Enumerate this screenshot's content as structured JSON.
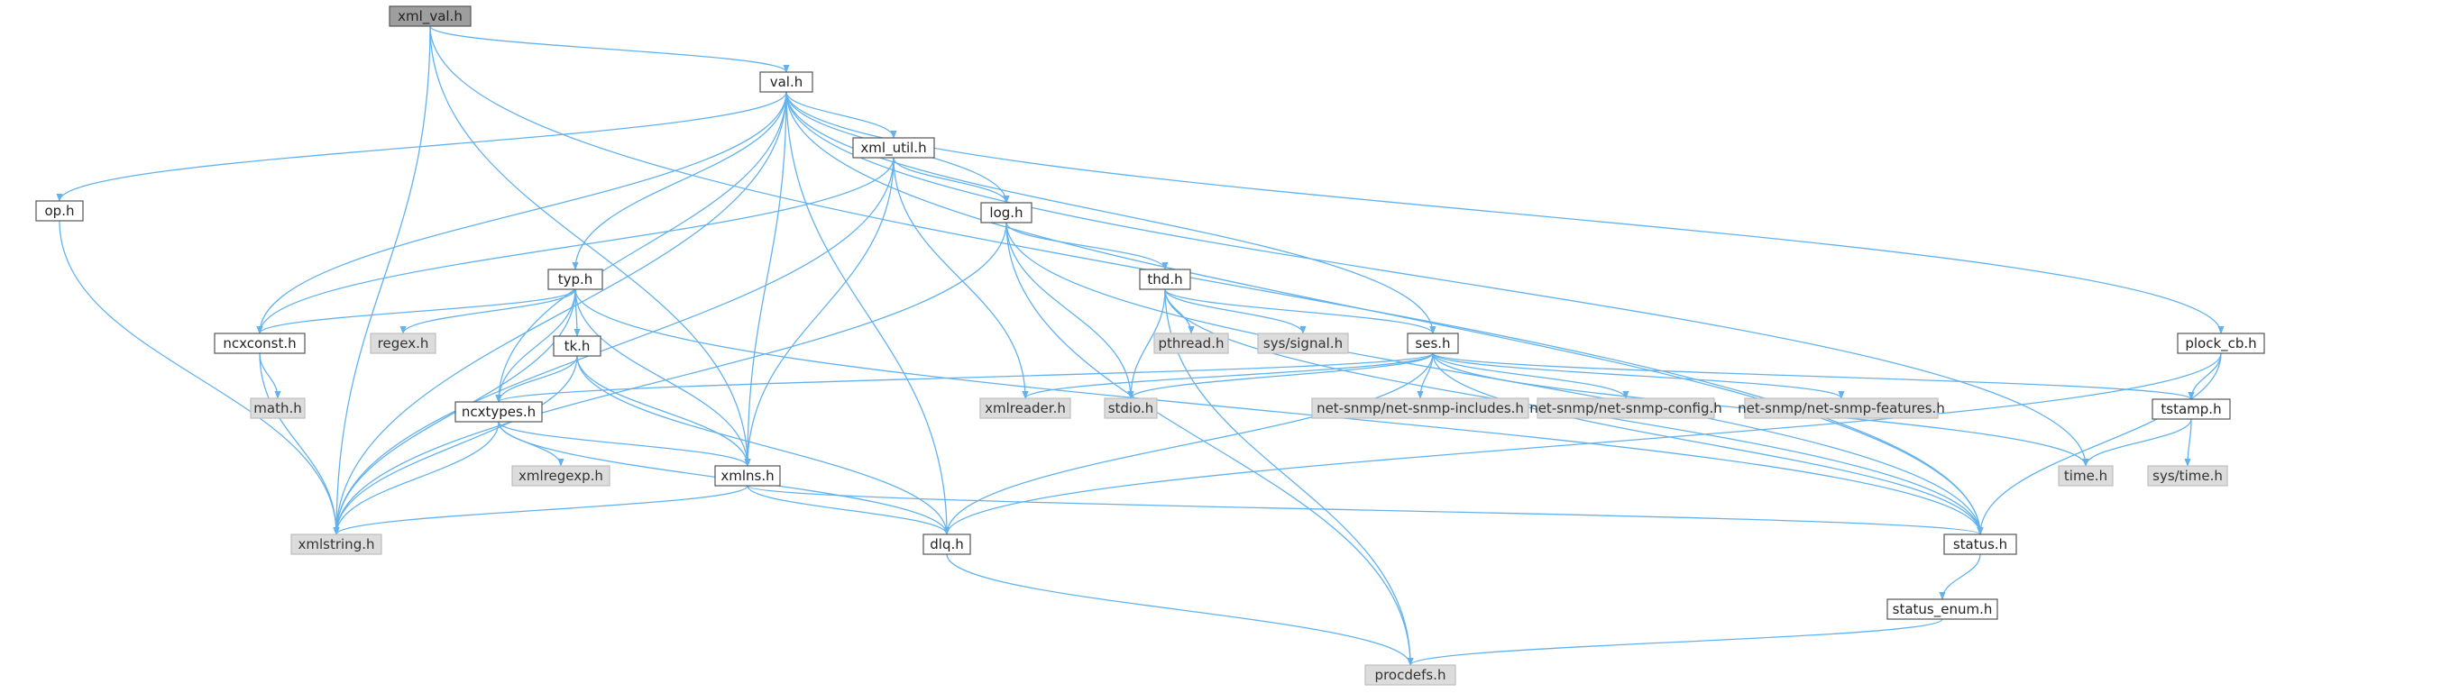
{
  "nodes": [
    {
      "id": "xml_val_h",
      "label": "xml_val.h",
      "kind": "root",
      "link": true
    },
    {
      "id": "val_h",
      "label": "val.h",
      "kind": "normal",
      "link": true
    },
    {
      "id": "op_h",
      "label": "op.h",
      "kind": "normal",
      "link": true
    },
    {
      "id": "xml_util_h",
      "label": "xml_util.h",
      "kind": "normal",
      "link": true
    },
    {
      "id": "log_h",
      "label": "log.h",
      "kind": "normal",
      "link": true
    },
    {
      "id": "typ_h",
      "label": "typ.h",
      "kind": "normal",
      "link": true
    },
    {
      "id": "thd_h",
      "label": "thd.h",
      "kind": "normal",
      "link": true
    },
    {
      "id": "ncxconst_h",
      "label": "ncxconst.h",
      "kind": "normal",
      "link": true
    },
    {
      "id": "regex_h",
      "label": "regex.h",
      "kind": "ext",
      "link": false
    },
    {
      "id": "tk_h",
      "label": "tk.h",
      "kind": "normal",
      "link": true
    },
    {
      "id": "pthread_h",
      "label": "pthread.h",
      "kind": "ext",
      "link": false
    },
    {
      "id": "sys_signal_h",
      "label": "sys/signal.h",
      "kind": "ext",
      "link": false
    },
    {
      "id": "ses_h",
      "label": "ses.h",
      "kind": "normal",
      "link": true
    },
    {
      "id": "plock_cb_h",
      "label": "plock_cb.h",
      "kind": "normal",
      "link": true
    },
    {
      "id": "math_h",
      "label": "math.h",
      "kind": "ext",
      "link": false
    },
    {
      "id": "ncxtypes_h",
      "label": "ncxtypes.h",
      "kind": "normal",
      "link": true
    },
    {
      "id": "xmlreader_h",
      "label": "xmlreader.h",
      "kind": "ext",
      "link": false
    },
    {
      "id": "stdio_h",
      "label": "stdio.h",
      "kind": "ext",
      "link": false
    },
    {
      "id": "netsnmp_includes_h",
      "label": "net-snmp/net-snmp-includes.h",
      "kind": "ext",
      "link": false
    },
    {
      "id": "netsnmp_config_h",
      "label": "net-snmp/net-snmp-config.h",
      "kind": "ext",
      "link": false
    },
    {
      "id": "netsnmp_features_h",
      "label": "net-snmp/net-snmp-features.h",
      "kind": "ext",
      "link": false
    },
    {
      "id": "tstamp_h",
      "label": "tstamp.h",
      "kind": "normal",
      "link": true
    },
    {
      "id": "xmlregexp_h",
      "label": "xmlregexp.h",
      "kind": "ext",
      "link": false
    },
    {
      "id": "xmlns_h",
      "label": "xmlns.h",
      "kind": "normal",
      "link": true
    },
    {
      "id": "time_h",
      "label": "time.h",
      "kind": "ext",
      "link": false
    },
    {
      "id": "sys_time_h",
      "label": "sys/time.h",
      "kind": "ext",
      "link": false
    },
    {
      "id": "xmlstring_h",
      "label": "xmlstring.h",
      "kind": "ext",
      "link": false
    },
    {
      "id": "dlq_h",
      "label": "dlq.h",
      "kind": "normal",
      "link": true
    },
    {
      "id": "status_h",
      "label": "status.h",
      "kind": "normal",
      "link": true
    },
    {
      "id": "status_enum_h",
      "label": "status_enum.h",
      "kind": "normal",
      "link": true
    },
    {
      "id": "procdefs_h",
      "label": "procdefs.h",
      "kind": "ext",
      "link": false
    }
  ],
  "edges": [
    [
      "xml_val_h",
      "val_h"
    ],
    [
      "xml_val_h",
      "xmlstring_h"
    ],
    [
      "xml_val_h",
      "xmlns_h"
    ],
    [
      "xml_val_h",
      "status_h"
    ],
    [
      "val_h",
      "op_h"
    ],
    [
      "val_h",
      "xml_util_h"
    ],
    [
      "val_h",
      "log_h"
    ],
    [
      "val_h",
      "typ_h"
    ],
    [
      "val_h",
      "ncxconst_h"
    ],
    [
      "val_h",
      "ncxtypes_h"
    ],
    [
      "val_h",
      "xmlns_h"
    ],
    [
      "val_h",
      "dlq_h"
    ],
    [
      "val_h",
      "xmlstring_h"
    ],
    [
      "val_h",
      "ses_h"
    ],
    [
      "val_h",
      "time_h"
    ],
    [
      "val_h",
      "plock_cb_h"
    ],
    [
      "val_h",
      "status_h"
    ],
    [
      "op_h",
      "xmlstring_h"
    ],
    [
      "xml_util_h",
      "log_h"
    ],
    [
      "xml_util_h",
      "ncxconst_h"
    ],
    [
      "xml_util_h",
      "xmlreader_h"
    ],
    [
      "xml_util_h",
      "xmlns_h"
    ],
    [
      "xml_util_h",
      "xmlstring_h"
    ],
    [
      "log_h",
      "thd_h"
    ],
    [
      "log_h",
      "stdio_h"
    ],
    [
      "log_h",
      "xmlstring_h"
    ],
    [
      "log_h",
      "status_h"
    ],
    [
      "log_h",
      "procdefs_h"
    ],
    [
      "thd_h",
      "pthread_h"
    ],
    [
      "thd_h",
      "sys_signal_h"
    ],
    [
      "thd_h",
      "ses_h"
    ],
    [
      "thd_h",
      "stdio_h"
    ],
    [
      "thd_h",
      "procdefs_h"
    ],
    [
      "thd_h",
      "status_h"
    ],
    [
      "typ_h",
      "ncxconst_h"
    ],
    [
      "typ_h",
      "regex_h"
    ],
    [
      "typ_h",
      "tk_h"
    ],
    [
      "typ_h",
      "ncxtypes_h"
    ],
    [
      "typ_h",
      "xmlns_h"
    ],
    [
      "typ_h",
      "xmlstring_h"
    ],
    [
      "typ_h",
      "status_h"
    ],
    [
      "ncxconst_h",
      "math_h"
    ],
    [
      "ncxconst_h",
      "xmlstring_h"
    ],
    [
      "tk_h",
      "ncxtypes_h"
    ],
    [
      "tk_h",
      "xmlns_h"
    ],
    [
      "tk_h",
      "xmlstring_h"
    ],
    [
      "tk_h",
      "dlq_h"
    ],
    [
      "ses_h",
      "ncxtypes_h"
    ],
    [
      "ses_h",
      "xmlreader_h"
    ],
    [
      "ses_h",
      "stdio_h"
    ],
    [
      "ses_h",
      "netsnmp_includes_h"
    ],
    [
      "ses_h",
      "netsnmp_config_h"
    ],
    [
      "ses_h",
      "netsnmp_features_h"
    ],
    [
      "ses_h",
      "tstamp_h"
    ],
    [
      "ses_h",
      "time_h"
    ],
    [
      "ses_h",
      "dlq_h"
    ],
    [
      "ses_h",
      "status_h"
    ],
    [
      "plock_cb_h",
      "tstamp_h"
    ],
    [
      "plock_cb_h",
      "dlq_h"
    ],
    [
      "plock_cb_h",
      "status_h"
    ],
    [
      "ncxtypes_h",
      "xmlregexp_h"
    ],
    [
      "ncxtypes_h",
      "xmlns_h"
    ],
    [
      "ncxtypes_h",
      "xmlstring_h"
    ],
    [
      "ncxtypes_h",
      "dlq_h"
    ],
    [
      "tstamp_h",
      "time_h"
    ],
    [
      "tstamp_h",
      "sys_time_h"
    ],
    [
      "xmlns_h",
      "xmlstring_h"
    ],
    [
      "xmlns_h",
      "dlq_h"
    ],
    [
      "xmlns_h",
      "status_h"
    ],
    [
      "dlq_h",
      "procdefs_h"
    ],
    [
      "status_h",
      "status_enum_h"
    ],
    [
      "status_enum_h",
      "procdefs_h"
    ]
  ],
  "colors": {
    "edge": "#63b2ee",
    "root_fill": "#9e9e9e",
    "ext_fill": "#dcdcdc",
    "node_fill": "#ffffff",
    "node_border": "#555555"
  }
}
